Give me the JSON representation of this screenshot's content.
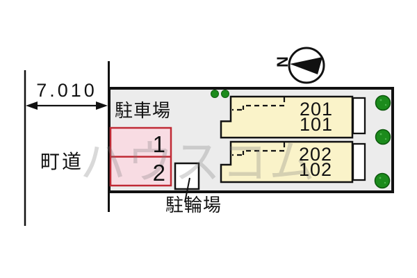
{
  "dimension": {
    "label": "7.010"
  },
  "road": {
    "label": "町道"
  },
  "parking": {
    "label": "駐車場",
    "spaces": [
      {
        "number": "1"
      },
      {
        "number": "2"
      }
    ]
  },
  "bicycle_parking": {
    "label": "駐輪場"
  },
  "building": {
    "units": [
      {
        "upper": "201",
        "lower": "101"
      },
      {
        "upper": "202",
        "lower": "102"
      }
    ]
  },
  "compass": {
    "label": "N"
  },
  "watermark": {
    "text": "ハウスコム"
  },
  "colors": {
    "site_fill": "#ececec",
    "building_fill": "#faf3c9",
    "parking_fill": "#f8dce3",
    "parking_border": "#c02a35",
    "balcony_fill": "#ffffff",
    "tree_green": "#1c8b1c",
    "tree_speck": "#4fb54f",
    "line_black": "#111111"
  }
}
